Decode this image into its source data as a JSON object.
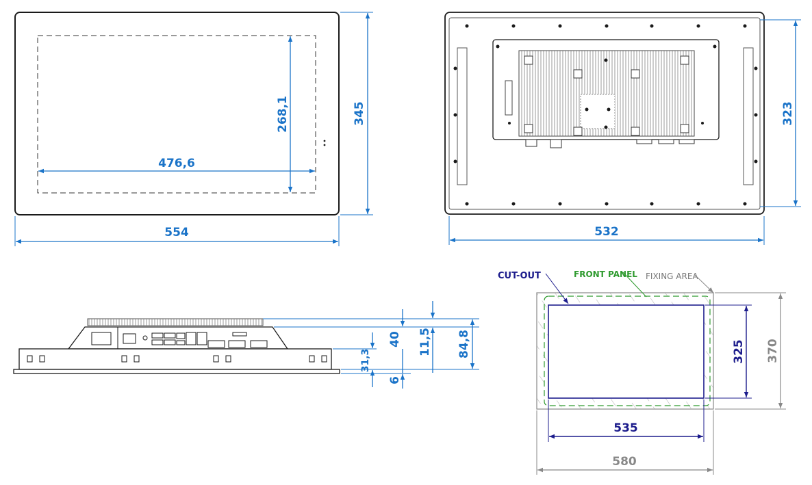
{
  "colors": {
    "outline": "#1a1a1a",
    "dimension_blue": "#1a73c8",
    "cutout_navy": "#1c1c8c",
    "front_panel_green": "#2e9a2e",
    "fixing_gray": "#888888",
    "fixing_hatch": "#b8b8b8"
  },
  "front_view": {
    "width": "554",
    "height": "345",
    "display_width": "476,6",
    "display_height": "268,1"
  },
  "rear_view": {
    "width": "532",
    "height": "323"
  },
  "side_view": {
    "total_depth": "84,8",
    "depth_40": "40",
    "depth_11_5": "11,5",
    "depth_31_3": "31,3",
    "depth_6": "6"
  },
  "cutout_view": {
    "cutout_label": "CUT-OUT",
    "front_panel_label": "FRONT PANEL",
    "fixing_area_label": "FIXING AREA",
    "cutout_width": "535",
    "cutout_height": "325",
    "fixing_width": "580",
    "fixing_height": "370"
  }
}
